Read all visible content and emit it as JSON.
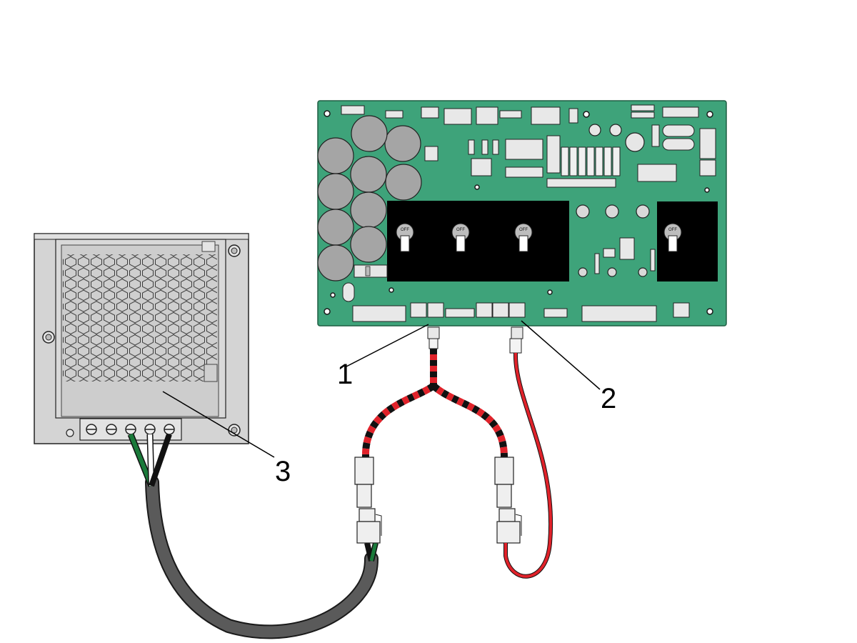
{
  "callouts": [
    {
      "label": "1"
    },
    {
      "label": "2"
    },
    {
      "label": "3"
    }
  ],
  "board": {
    "switch_labels": [
      "OFF",
      "OFF",
      "OFF",
      "OFF"
    ]
  },
  "colors": {
    "pcb": "#3ea37a",
    "pcb_outline": "#1f5e43",
    "capacitor": "#a5a5a5",
    "heatsink": "#000000",
    "psu_body": "#d4d4d4",
    "psu_mesh": "#c8c8c8",
    "cable": "#585858",
    "wire_red": "#e0222a",
    "wire_black": "#111111",
    "wire_green": "#1a7a3a",
    "wire_white": "#ffffff"
  }
}
